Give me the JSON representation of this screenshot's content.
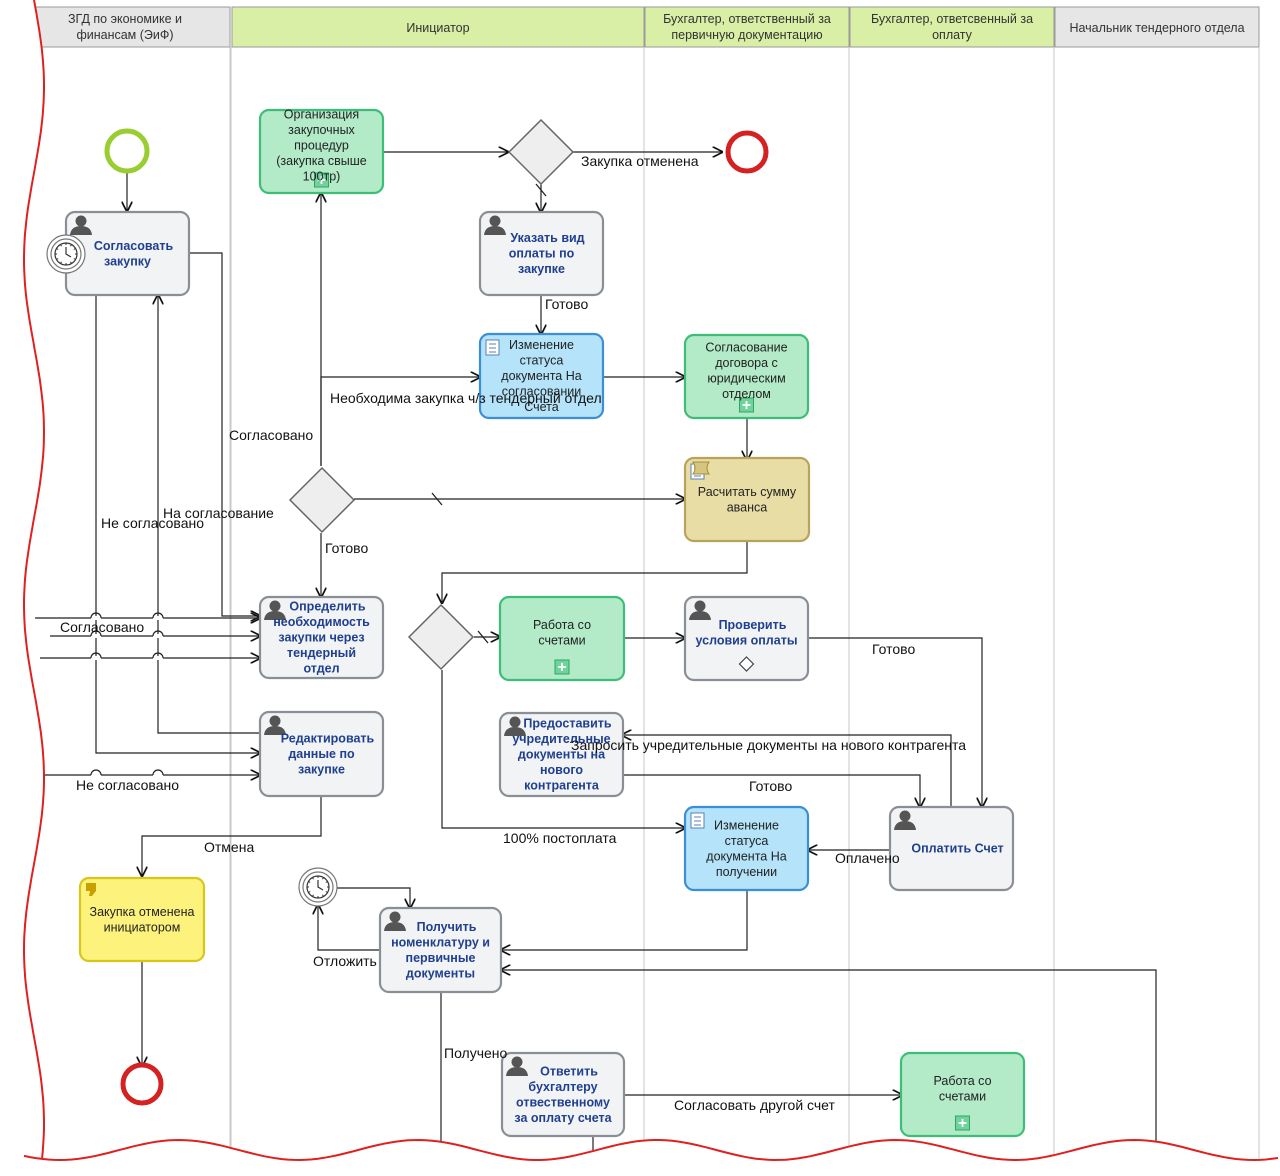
{
  "lanes": [
    {
      "id": "zgd",
      "title": [
        "ЗГД по экономике  и",
        "финансам (ЭиФ)"
      ],
      "active": false
    },
    {
      "id": "init",
      "title": [
        "Инициатор"
      ],
      "active": true
    },
    {
      "id": "buh1",
      "title": [
        "Бухгалтер, ответственный за",
        "первичную документацию"
      ],
      "active": true
    },
    {
      "id": "buh2",
      "title": [
        "Бухгалтер, ответсвенный за",
        "оплату"
      ],
      "active": true
    },
    {
      "id": "tender",
      "title": [
        "Начальник тендерного отдела"
      ],
      "active": false
    }
  ],
  "colors": {
    "lane_active": "#d9efa6",
    "lane_inactive": "#e6e6e6",
    "task_gray": "#f2f3f4",
    "task_green": "#b3ebc9",
    "task_blue": "#b4e3fa",
    "task_tan": "#e9dda6",
    "task_yellow": "#fdf27c",
    "start": "#9acd32",
    "end": "#d42222",
    "tear": "#e02020"
  },
  "tasks": [
    {
      "id": "t_org",
      "kind": "green",
      "icon": "plus-marker",
      "lines": [
        "Организация",
        "закупочных",
        "процедур",
        "(закупка свыше",
        "100тр)"
      ]
    },
    {
      "id": "t_agree",
      "kind": "gray",
      "icon": "user-icon",
      "timer": true,
      "lines": [
        "Согласовать",
        "закупку"
      ]
    },
    {
      "id": "t_paytype",
      "kind": "gray",
      "icon": "user-icon",
      "lines": [
        "Указать вид",
        "оплаты по",
        "закупке"
      ]
    },
    {
      "id": "t_status1",
      "kind": "blue",
      "icon": "script-icon",
      "lines": [
        "Изменение",
        "статуса",
        "документа На",
        "согласовании",
        "Счета"
      ]
    },
    {
      "id": "t_contract",
      "kind": "green",
      "icon": "plus-marker",
      "lines": [
        "Согласование",
        "договора с",
        "юридическим",
        "отделом"
      ]
    },
    {
      "id": "t_advance",
      "kind": "tan",
      "icon": "script-icon",
      "lines": [
        "Расчитать сумму",
        "аванса"
      ]
    },
    {
      "id": "t_need",
      "kind": "gray",
      "icon": "user-icon",
      "lines": [
        "Определить",
        "необходимость",
        "закупки через",
        "тендерный",
        "отдел"
      ]
    },
    {
      "id": "t_invoices1",
      "kind": "green",
      "icon": "plus-marker",
      "lines": [
        "Работа со",
        "счетами"
      ]
    },
    {
      "id": "t_terms",
      "kind": "gray",
      "icon": "user-icon",
      "lines": [
        "Проверить",
        "условия оплаты"
      ]
    },
    {
      "id": "t_edit",
      "kind": "gray",
      "icon": "user-icon",
      "lines": [
        "Редактировать",
        "данные по",
        "закупке"
      ]
    },
    {
      "id": "t_docs",
      "kind": "gray",
      "icon": "user-icon",
      "lines": [
        "Предоставить",
        "учредительные",
        "документы на",
        "нового",
        "контрагента"
      ]
    },
    {
      "id": "t_status2",
      "kind": "blue",
      "icon": "script-icon",
      "lines": [
        "Изменение",
        "статуса",
        "документа На",
        "получении"
      ]
    },
    {
      "id": "t_pay",
      "kind": "gray",
      "icon": "user-icon",
      "lines": [
        "Оплатить Счет"
      ]
    },
    {
      "id": "t_cancel",
      "kind": "yellow",
      "icon": "thumb-down-icon",
      "lines": [
        "Закупка отменена",
        "инициатором"
      ]
    },
    {
      "id": "t_receive",
      "kind": "gray",
      "icon": "user-icon",
      "lines": [
        "Получить",
        "номенклатуру и",
        "первичные",
        "документы"
      ]
    },
    {
      "id": "t_answer",
      "kind": "gray",
      "icon": "user-icon",
      "lines": [
        "Ответить",
        "бухгалтеру",
        "отвественному",
        "за оплату счета"
      ]
    },
    {
      "id": "t_invoices2",
      "kind": "green",
      "icon": "plus-marker",
      "lines": [
        "Работа со",
        "счетами"
      ]
    }
  ],
  "edge_labels": {
    "cancelled": "Закупка отменена",
    "done1": "Готово",
    "need_tender": "Необходима закупка ч/з тендерный отдел",
    "agreed1": "Согласовано",
    "to_approval": "На согласование",
    "not_agreed1": "Не согласовано",
    "done2": "Готово",
    "agreed2": "Согласовано",
    "done3": "Готово",
    "request_docs": "Запросить учредительные документы на нового контрагента",
    "done4": "Готово",
    "not_agreed2": "Не согласовано",
    "cancel": "Отмена",
    "postpay": "100% постоплата",
    "paid": "Оплачено",
    "postpone": "Отложить",
    "received": "Получено",
    "other_invoice": "Согласовать другой счет"
  }
}
